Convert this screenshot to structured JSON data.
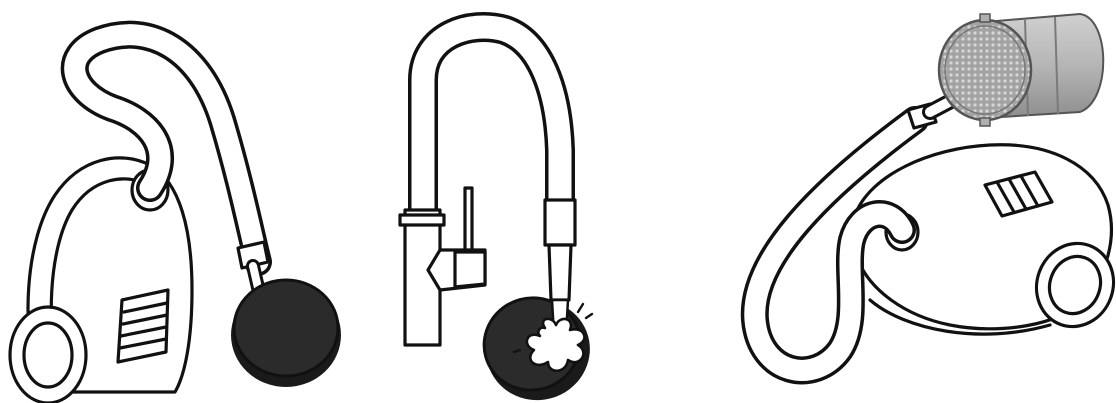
{
  "colors": {
    "ink": "#111111",
    "paper": "#ffffff",
    "filter_disc": "#2b2b2b",
    "filter_disc_edge": "#1a1a1a",
    "foam": "#ffffff",
    "canister_body": "#b7b7b7",
    "canister_shade": "#8c8c8c",
    "mesh": "#9a9a9a"
  },
  "panels": [
    {
      "name": "vacuum-with-filter-disc",
      "icon": "vacuum-cleaner-icon"
    },
    {
      "name": "faucet-rinsing-filter",
      "icon": "faucet-icon"
    },
    {
      "name": "vacuum-with-dust-canister",
      "icon": "dust-canister-icon"
    }
  ]
}
